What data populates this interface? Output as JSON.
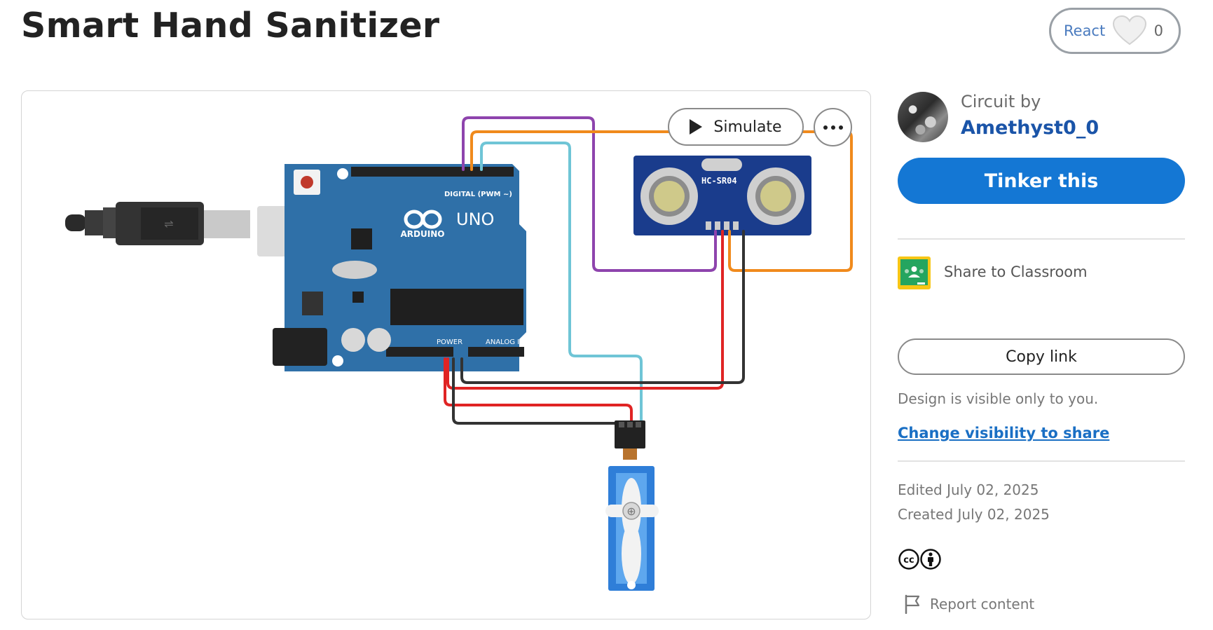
{
  "title": "Smart Hand Sanitizer",
  "react": {
    "label": "React",
    "count": "0"
  },
  "viewer": {
    "simulate_label": "Simulate"
  },
  "circuit_labels": {
    "arduino_logo": "ARDUINO",
    "arduino_model": "UNO",
    "arduino_digital": "DIGITAL (PWM ~)",
    "arduino_power": "POWER",
    "arduino_analog": "ANALOG IN",
    "sensor_model": "HC-SR04"
  },
  "sidebar": {
    "circuit_by": "Circuit by",
    "author": "Amethyst0_0",
    "tinker_label": "Tinker this",
    "share_classroom": "Share to Classroom",
    "copy_link": "Copy link",
    "visibility_note": "Design is visible only to you.",
    "change_visibility": "Change visibility to share",
    "edited": "Edited July 02, 2025",
    "created": "Created July 02, 2025",
    "report": "Report content"
  },
  "colors": {
    "tinker_blue": "#1477d4",
    "arduino_blue": "#2f70a8",
    "sensor_blue": "#1a3c8c",
    "servo_blue": "#2f7ed8",
    "wire_purple": "#8e44ad",
    "wire_orange": "#f08a1c",
    "wire_cyan": "#6fc5d6",
    "wire_red": "#e02424",
    "wire_black": "#333333"
  }
}
